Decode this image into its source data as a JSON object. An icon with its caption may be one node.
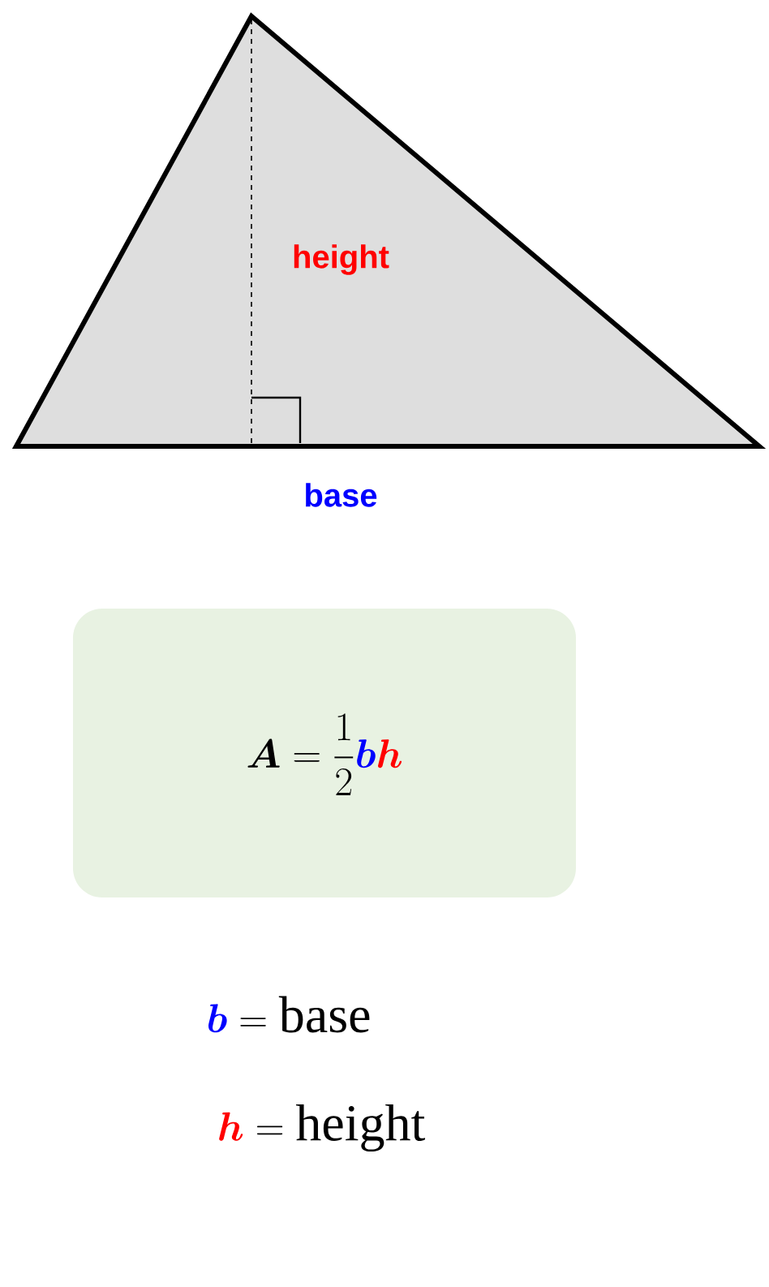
{
  "diagram": {
    "nodes": [
      {
        "text": [
          "height"
        ],
        "beside": [
          "base"
        ]
      },
      {
        "text": [
          "\\boldsymbol{A}=\\frac{1}{2}{\\color{blue}\\boldsymbol{b}}{\\color{red}\\boldsymbol{h}}"
        ]
      }
    ],
    "labels": [
      "{\\color{blue}\\boldsymbol{b}}=\\text{base}",
      "{\\color{red}\\boldsymbol{h}}=\\text{height}"
    ]
  }
}
